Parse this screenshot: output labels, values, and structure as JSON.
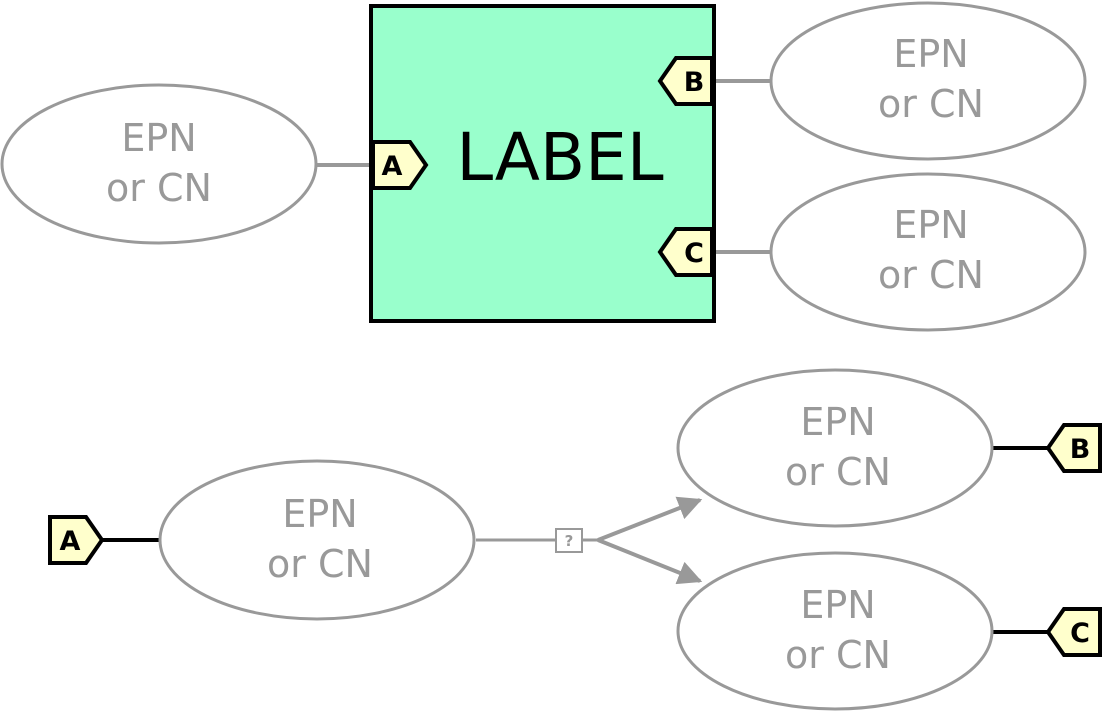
{
  "colors": {
    "module_fill": "#99ffcc",
    "port_fill": "#ffffcc",
    "node_stroke": "#999999",
    "edge": "#999999",
    "port_edge": "#000000"
  },
  "module": {
    "label": "LABEL"
  },
  "nodes": [
    {
      "line1": "EPN",
      "line2": "or CN"
    },
    {
      "line1": "EPN",
      "line2": "or CN"
    },
    {
      "line1": "EPN",
      "line2": "or CN"
    },
    {
      "line1": "EPN",
      "line2": "or CN"
    },
    {
      "line1": "EPN",
      "line2": "or CN"
    },
    {
      "line1": "EPN",
      "line2": "or CN"
    }
  ],
  "ports": {
    "a": "A",
    "b": "B",
    "c": "C"
  },
  "process": {
    "label": "?"
  }
}
